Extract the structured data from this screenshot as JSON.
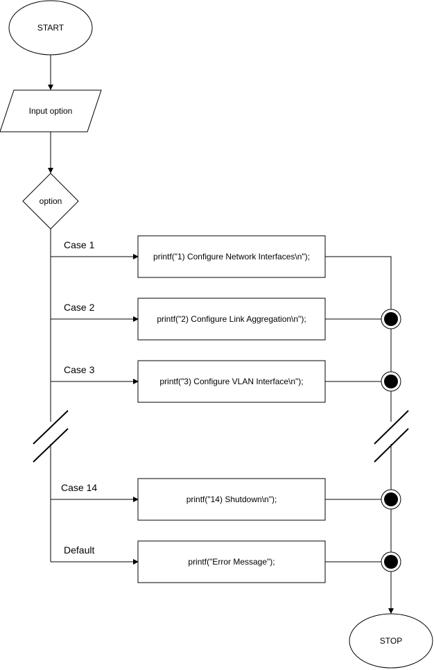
{
  "colors": {
    "stroke": "#000000",
    "fill": "#ffffff",
    "junction": "#000000"
  },
  "nodes": {
    "start": "START",
    "input": "Input option",
    "decision": "option",
    "stop": "STOP",
    "case1_action": "printf(\"1) Configure Network Interfaces\\n\");",
    "case2_action": "printf(\"2) Configure Link Aggregation\\n\");",
    "case3_action": "printf(\"3) Configure VLAN Interface\\n\");",
    "case14_action": "printf(\"14) Shutdown\\n\");",
    "default_action": "printf(\"Error Message\");"
  },
  "branches": {
    "case1": "Case 1",
    "case2": "Case 2",
    "case3": "Case 3",
    "case14": "Case 14",
    "default": "Default"
  }
}
